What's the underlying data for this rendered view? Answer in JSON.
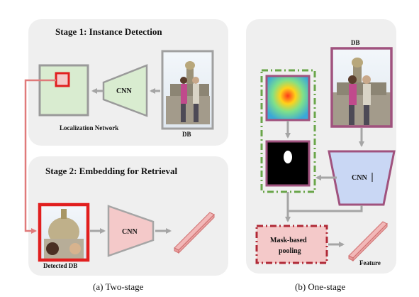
{
  "two_stage": {
    "stage1_title": "Stage 1: Instance Detection",
    "stage2_title": "Stage 2: Embedding for Retrieval",
    "cnn_label_1": "CNN",
    "cnn_label_2": "CNN",
    "localization_label": "Localization Network",
    "db_label": "DB",
    "detected_db_label": "Detected DB",
    "caption": "(a) Two-stage"
  },
  "one_stage": {
    "db_label": "DB",
    "cnn_label": "CNN",
    "mask_pooling_line1": "Mask-based",
    "mask_pooling_line2": "pooling",
    "feature_label": "Feature",
    "caption": "(b) One-stage"
  },
  "colors": {
    "panel_bg": "#efefef",
    "box_green_fill": "#d9ecd0",
    "box_green_stroke": "#9a9a9a",
    "cnn_green_fill": "#d9ecd0",
    "cnn_pink_fill": "#f4c9c9",
    "cnn_blue_fill": "#c9d7f4",
    "db_frame": "#a0527e",
    "detect_red": "#e11f1f",
    "arrow_gray": "#a5a5a5",
    "arrow_pink": "#e07a7a",
    "dash_green": "#6aa64a",
    "dash_red": "#b02a37",
    "feature_pink": "#f2b8b8"
  },
  "icons": {
    "feature_vector": "feature-bar-icon",
    "photo": "photo-thumbnail"
  }
}
